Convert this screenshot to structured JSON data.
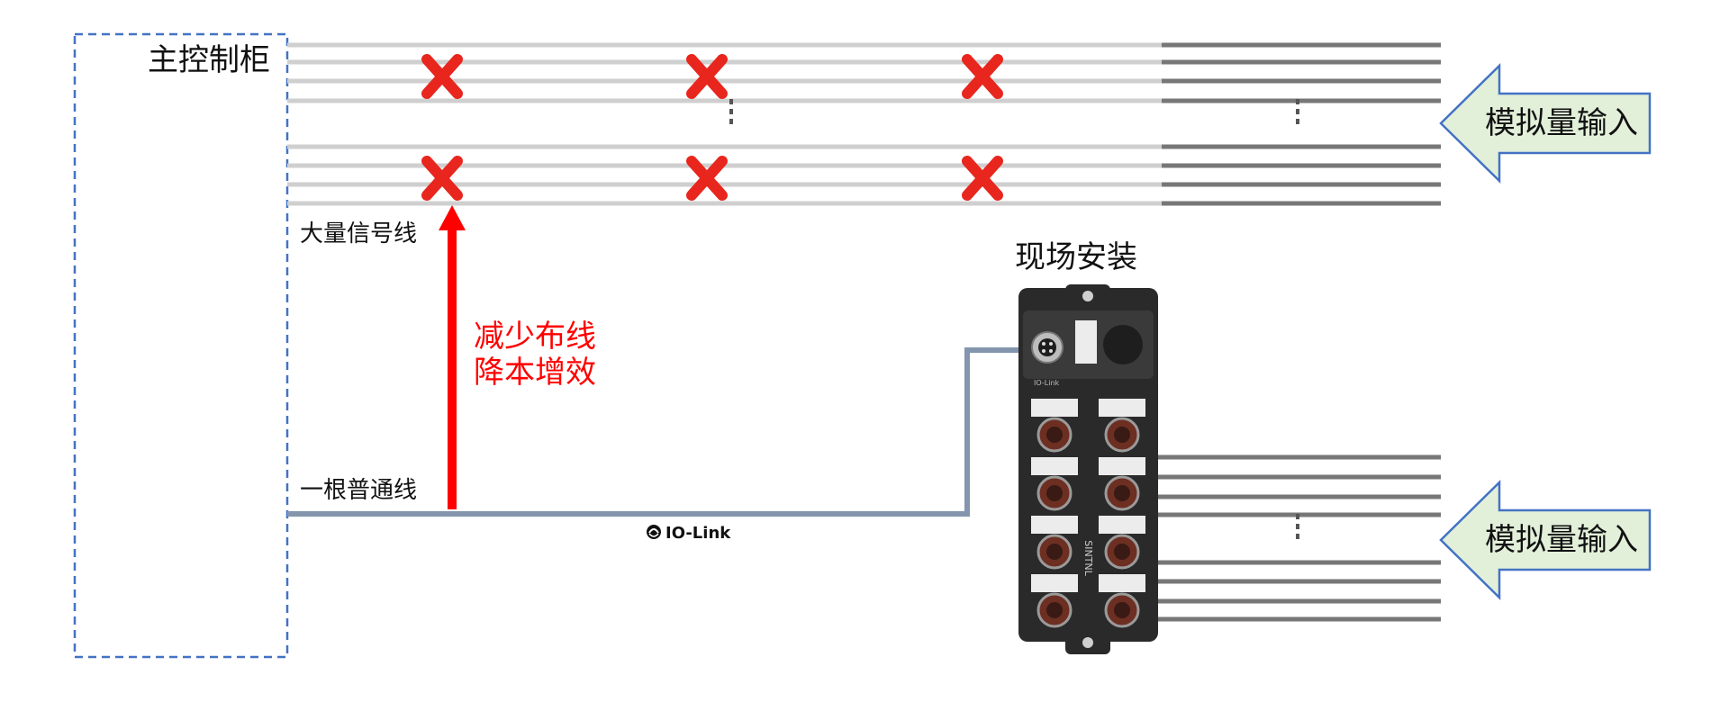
{
  "labels": {
    "cabinet": "主控制柜",
    "many_wires": "大量信号线",
    "one_wire": "一根普通线",
    "benefit_line1": "减少布线",
    "benefit_line2": "降本增效",
    "field_install": "现场安装",
    "analog_input_top": "模拟量输入",
    "analog_input_bottom": "模拟量输入",
    "iolink_brand": "IO-Link",
    "module_side_brand": "SINTNL",
    "module_port_label": "IO-Link"
  },
  "icons": {
    "cross": "cross-mark-icon",
    "arrow_left": "arrow-left-icon",
    "arrow_up": "arrow-up-icon",
    "iolink_logo": "iolink-logo-icon"
  },
  "colors": {
    "cabinet_border": "#4472c4",
    "light_wire": "#cfcfcf",
    "dark_wire": "#777777",
    "cross": "#e8261e",
    "highlight": "#ff0000",
    "iolink_cable": "#8496ad",
    "arrow_fill": "#e2efd9",
    "arrow_stroke": "#4472c4",
    "module_body": "#2a2a2a"
  }
}
